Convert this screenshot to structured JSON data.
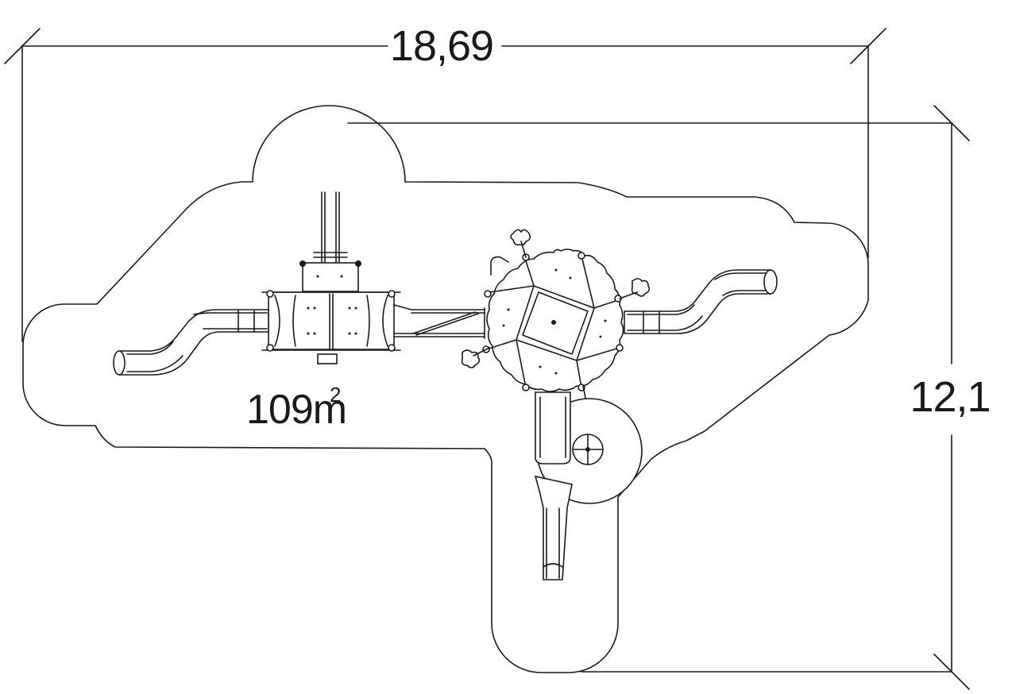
{
  "dimensions": {
    "width_label": "18,69",
    "height_label": "12,1"
  },
  "area": {
    "value": "109m",
    "superscript": "2"
  },
  "colors": {
    "line": "#1a1a1a",
    "background": "#ffffff"
  }
}
